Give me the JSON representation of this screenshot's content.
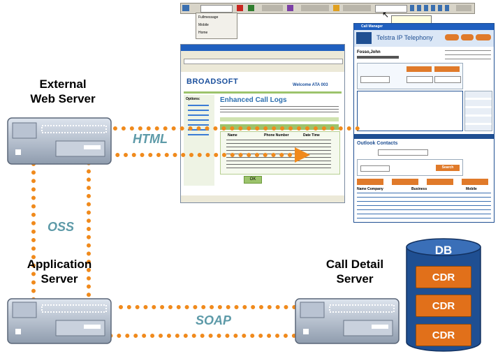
{
  "labels": {
    "external_web_server": "External\nWeb Server",
    "application_server": "Application\nServer",
    "call_detail_server": "Call Detail\nServer",
    "html": "HTML",
    "oss": "OSS",
    "soap": "SOAP",
    "db": "DB",
    "cdr_items": [
      "CDR",
      "CDR",
      "CDR"
    ]
  },
  "toolbar_screenshot": {
    "menu_items": [
      "Fullmessage",
      "Mobile",
      "Home"
    ]
  },
  "browser_screenshot": {
    "logo": "BROADSOFT",
    "page_title": "Enhanced Call Logs",
    "welcome": "Welcome ATA 003",
    "options_header": "Options:",
    "table_headers": [
      "Name",
      "Phone Number",
      "Date Time"
    ],
    "ok_label": "OK"
  },
  "call_manager_screenshot": {
    "title": "Call Manager",
    "brand": "Telstra IP Telephony",
    "user_name": "Fosso,John",
    "section": "Outlook Contacts",
    "search_button": "Search",
    "table_headers": [
      "Name Company",
      "Business",
      "Mobile"
    ]
  },
  "colors": {
    "connector": "#f08a1c",
    "tag_text": "#5d9aa8",
    "db": "#1f4f92",
    "cdr": "#e1701a"
  }
}
